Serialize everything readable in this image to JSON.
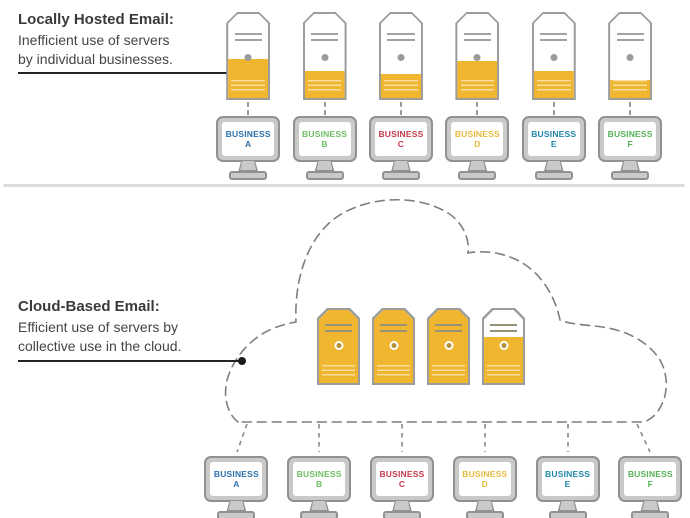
{
  "top_section": {
    "title": "Locally Hosted Email:",
    "description_lines": [
      "Inefficient use of servers",
      "by individual businesses."
    ],
    "servers": [
      {
        "name": "server-1",
        "fill_percent": 46
      },
      {
        "name": "server-2",
        "fill_percent": 32
      },
      {
        "name": "server-3",
        "fill_percent": 28
      },
      {
        "name": "server-4",
        "fill_percent": 44
      },
      {
        "name": "server-5",
        "fill_percent": 32
      },
      {
        "name": "server-6",
        "fill_percent": 22
      }
    ]
  },
  "bottom_section": {
    "title": "Cloud-Based Email:",
    "description_lines": [
      "Efficient use of servers by",
      "collective use in the cloud."
    ],
    "servers": [
      {
        "name": "cloud-server-1",
        "fill_percent": 100
      },
      {
        "name": "cloud-server-2",
        "fill_percent": 100
      },
      {
        "name": "cloud-server-3",
        "fill_percent": 100
      },
      {
        "name": "cloud-server-4",
        "fill_percent": 63
      }
    ]
  },
  "businesses": [
    {
      "label": "BUSINESS",
      "letter": "A",
      "color": "#2C71AC"
    },
    {
      "label": "BUSINESS",
      "letter": "B",
      "color": "#6EBE63"
    },
    {
      "label": "BUSINESS",
      "letter": "C",
      "color": "#C43B4D"
    },
    {
      "label": "BUSINESS",
      "letter": "D",
      "color": "#E8BA3E"
    },
    {
      "label": "BUSINESS",
      "letter": "E",
      "color": "#1F86A9"
    },
    {
      "label": "BUSINESS",
      "letter": "F",
      "color": "#55B157"
    }
  ],
  "colors": {
    "server_fill": "#F0B62F",
    "server_outline": "#9C9C9C",
    "monitor_body": "#C9C9C8",
    "monitor_outline": "#8F9192",
    "divider": "#DBDBDB",
    "cloud_outline": "#7E7E7E",
    "text": "#414144"
  }
}
